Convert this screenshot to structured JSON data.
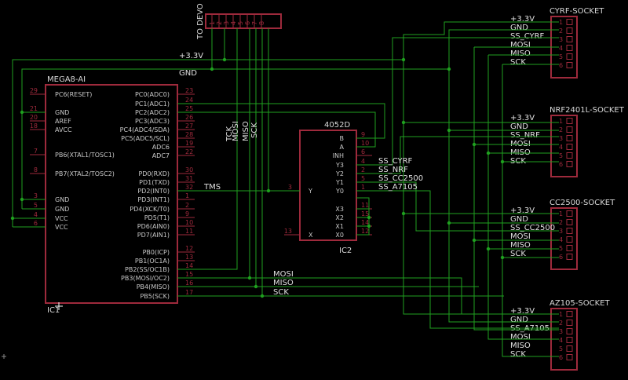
{
  "parts": {
    "mcu": {
      "name": "MEGA8-AI",
      "ref": "IC1"
    },
    "mux": {
      "name": "4052D",
      "ref": "IC2"
    },
    "header": {
      "label": "TO DEVO",
      "pins": [
        "1",
        "2",
        "3",
        "4",
        "5",
        "6",
        "7",
        "8"
      ]
    }
  },
  "mcu_left_pins": [
    {
      "num": "29",
      "name": "PC6(RESET)"
    },
    {
      "num": "21",
      "name": "GND"
    },
    {
      "num": "20",
      "name": "AREF"
    },
    {
      "num": "18",
      "name": "AVCC"
    },
    {
      "num": "7",
      "name": "PB6(XTAL1/TOSC1)"
    },
    {
      "num": "8",
      "name": "PB7(XTAL2/TOSC2)"
    },
    {
      "num": "3",
      "name": "GND"
    },
    {
      "num": "5",
      "name": "GND"
    },
    {
      "num": "4",
      "name": "VCC"
    },
    {
      "num": "6",
      "name": "VCC"
    }
  ],
  "mcu_right_pins": [
    {
      "num": "23",
      "name": "PC0(ADC0)"
    },
    {
      "num": "24",
      "name": "PC1(ADC1)"
    },
    {
      "num": "25",
      "name": "PC2(ADC2)"
    },
    {
      "num": "26",
      "name": "PC3(ADC3)"
    },
    {
      "num": "27",
      "name": "PC4(ADC4/SDA)"
    },
    {
      "num": "28",
      "name": "PC5(ADC5/SCL)"
    },
    {
      "num": "19",
      "name": "ADC6"
    },
    {
      "num": "22",
      "name": "ADC7"
    },
    {
      "num": "30",
      "name": "PD0(RXD)"
    },
    {
      "num": "31",
      "name": "PD1(TXD)"
    },
    {
      "num": "32",
      "name": "PD2(INT0)"
    },
    {
      "num": "1",
      "name": "PD3(INT1)"
    },
    {
      "num": "2",
      "name": "PD4(XCK/T0)"
    },
    {
      "num": "9",
      "name": "PD5(T1)"
    },
    {
      "num": "10",
      "name": "PD6(AIN0)"
    },
    {
      "num": "11",
      "name": "PD7(AIN1)"
    },
    {
      "num": "12",
      "name": "PB0(ICP)"
    },
    {
      "num": "13",
      "name": "PB1(OC1A)"
    },
    {
      "num": "14",
      "name": "PB2(SS/OC1B)"
    },
    {
      "num": "15",
      "name": "PB3(MOSI/OC2)"
    },
    {
      "num": "16",
      "name": "PB4(MISO)"
    },
    {
      "num": "17",
      "name": "PB5(SCK)"
    }
  ],
  "mux_pins_right": [
    {
      "num": "9",
      "name": "B"
    },
    {
      "num": "10",
      "name": "A"
    },
    {
      "num": "6",
      "name": "INH"
    },
    {
      "num": "4",
      "name": "Y3"
    },
    {
      "num": "2",
      "name": "Y2"
    },
    {
      "num": "5",
      "name": "Y1"
    },
    {
      "num": "1",
      "name": "Y0"
    },
    {
      "num": "11",
      "name": "X3"
    },
    {
      "num": "15",
      "name": "X2"
    },
    {
      "num": "14",
      "name": "X1"
    },
    {
      "num": "12",
      "name": "X0"
    }
  ],
  "mux_pins_left": [
    {
      "num": "3",
      "name": "Y"
    },
    {
      "num": "13",
      "name": "X"
    }
  ],
  "nets": {
    "vcc": "+3.3V",
    "gnd": "GND",
    "tms": "TMS",
    "mosi": "MOSI",
    "miso": "MISO",
    "sck": "SCK",
    "tck": "TCK",
    "ss_cyrf": "SS_CYRF",
    "ss_nrf": "SS_NRF",
    "ss_cc2500": "SS_CC2500",
    "ss_a7105": "SS_A7105"
  },
  "sockets": [
    {
      "title": "CYRF-SOCKET",
      "labels": [
        "+3.3V",
        "GND",
        "SS_CYRF",
        "MOSI",
        "MISO",
        "SCK"
      ]
    },
    {
      "title": "NRF2401L-SOCKET",
      "labels": [
        "+3.3V",
        "GND",
        "SS_NRF",
        "MOSI",
        "MISO",
        "SCK"
      ]
    },
    {
      "title": "CC2500-SOCKET",
      "labels": [
        "+3.3V",
        "GND",
        "SS_CC2500",
        "MOSI",
        "MISO",
        "SCK"
      ]
    },
    {
      "title": "AZ105-SOCKET",
      "labels": [
        "+3.3V",
        "GND",
        "SS_A7105",
        "MOSI",
        "MISO",
        "SCK"
      ]
    }
  ],
  "socket_pin_numbers": [
    "1",
    "2",
    "3",
    "4",
    "5",
    "6"
  ],
  "colors": {
    "wire": "#1fa01f",
    "part": "#9e2a3c",
    "background": "#000000"
  }
}
